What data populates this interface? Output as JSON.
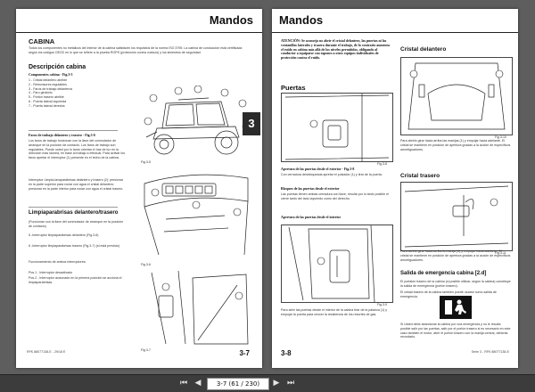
{
  "left_page": {
    "header_title": "Mandos",
    "section_cabina": "CABINA",
    "cabina_text": "Todos los componentes no metálicos del interior de la cabina satisfacen los requisitos de la norma ISO 3795. La cabina de conducción está certificada según los códigos OECD en lo que se refiere a la prueba ROPS (protección contra vuelcos) y los siniestros de seguridad.",
    "desc_heading": "Descripción cabina",
    "components_label": "Componentes cabina - Fig.3-5",
    "components": [
      "1 - Cristal delantero abrible",
      "2 - Retrovisores regulables",
      "3 - Faros de trabajo delanteros",
      "4 - Faro giratorio",
      "5 - Portón trasero abrible",
      "6 - Puerta lateral izquierda",
      "7 - Puerta lateral derecha"
    ],
    "faros_heading": "Faros de trabajo delantero y trasero - Fig.3-6",
    "faros_text": "Los faros de trabajo funcionan con la llave del conmutador de arranque en la posición de contacto. Los faros de trabajo son regulables. Puede usted por lo tanto orientar el haz de luz en la dirección más idónea, en base al trabajo a efectuar. Para activar los faros apretar el interruptor (1) presente en el techo de la cabina.",
    "interruptor_text": "Interruptor Limpia-lavaparabrisas delantero y trasero (2): presionar en la parte superior para rociar con agua el cristal delantero; presionar en la parte inferior para rociar con agua el cristal trasero.",
    "limpia_heading": "Limpiaparabrisas delantero/trasero",
    "limpia_text1": "(Funcionan con la llave del conmutador de arranque en la posición de contacto)",
    "limpia_item5": "5 -Interruptor limpiaparabrisas delantero (Fig.3-6)",
    "limpia_item6": "6 -Interruptor limpiaparabrisas trasero (Fig.3-7) (si está previsto)",
    "func_text": "Funcionamiento de ambos interruptores:",
    "pos1": "Pos.1 - Interruptor desactivado",
    "pos2": "Pos.2 - Interruptor accionado en la primera posición se acciona el limpiaparabrisas.",
    "fig_a": "Fig.3-5",
    "fig_b": "Fig.3-6",
    "fig_c": "Fig.3-7",
    "footer_code": "RFK 88077138-E - 29/18 E",
    "page_number": "3-7"
  },
  "chapter_tab": "3",
  "right_page": {
    "header_title": "Mandos",
    "atencion_text": "ATENCIÓN: Se aconseja no abrir el cristal delantero, las puertas ni las ventanillas laterales y trasera durante el trabajo, de lo contrario aumenta el ruido en cabina más allá de los niveles permitidos, obligando al conductor a equiparse con tapones u otros equipos individuales de protección contra el ruido.",
    "puertas_heading": "Puertas",
    "fig_puertas": "Fig.3-8",
    "apertura_ext_heading": "Apertura de las puertas desde el exterior - Fig.3-8",
    "apertura_ext_text": "Con cerradura desbloqueada apretar el pulsador (1) y tirar de la puerta.",
    "bloqueo_heading": "Bloqueo de las puertas desde el exterior",
    "bloqueo_text": "Las puertas tienen ambas cerradura con llave, resulta por lo tanto posible el cierre tanto del lado izquierdo como del derecho.",
    "apertura_int_heading": "Apertura de las puertas desde el interior",
    "apertura_int_text": "Para abrir las puertas desde el interior de la cabina tirar de la palanca (1) y empujar la puerta para vencer la resistencia de los resortes de gas.",
    "fig_interior": "Fig.3-9",
    "cristal_heading": "Cristal delantero",
    "cristal_text": "Para abrirlo girar hacia arriba las manijas (1) y empujar hacia adelante. El cristal se mantiene en posición de apertura gracias a la acción de específicos amortiguadores.",
    "fig_cristal": "Fig.3-10",
    "cristal_trasero_heading": "Cristal trasero",
    "cristal_trasero_text": "Para abrirlo girar hacia arriba la manija (1) y empujar hacia adelante. El cristal se mantiene en posición de apertura gracias a la acción de específicos amortiguadores.",
    "fig_trasero": "Fig.3-11",
    "salida_heading": "Salida de emergencia cabina [2.d]",
    "salida_text": "El portalón trasero de la cabina (si posible utilizar, según la cabina) constituye la salida de emergencia (portón trasero).",
    "salida_text2": "El cristal trasero de la cabina también puede usarse como salida de emergencia.",
    "exit_sign_label": "",
    "final_text": "Si Usted debe abandonar la cabina por una emergencia y no le resulta posible salir por las puertas, salir por el portón trasero si es necesario en este caso también el motor, abrir el portón trasero con la manija central, deberás recordarlo.",
    "footer_code": "Serie 3 - RFK 88077138-E",
    "page_number": "3-8"
  },
  "toolbar": {
    "first_icon": "first-page-icon",
    "prev_icon": "prev-page-icon",
    "page_indicator": "3-7 (61 / 230)",
    "next_icon": "next-page-icon",
    "last_icon": "last-page-icon"
  }
}
